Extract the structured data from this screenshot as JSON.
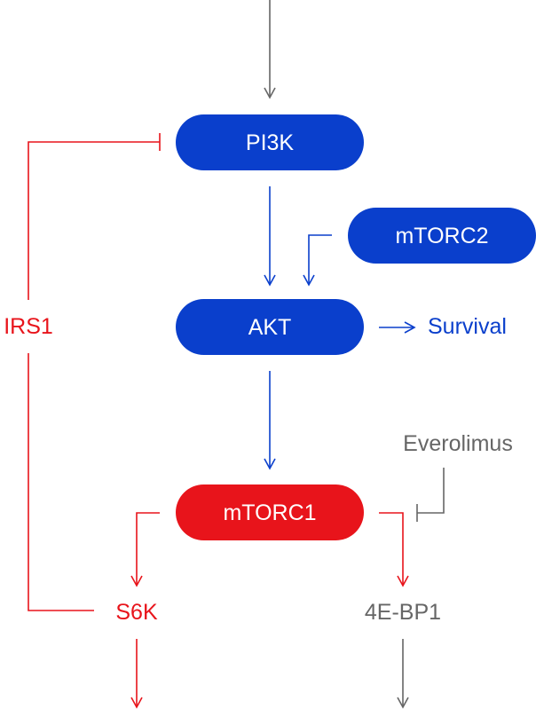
{
  "colors": {
    "blue": "#0a3fcc",
    "red": "#e8141b",
    "gray": "#666666"
  },
  "nodes": {
    "pi3k": "PI3K",
    "mtorc2": "mTORC2",
    "akt": "AKT",
    "mtorc1": "mTORC1"
  },
  "labels": {
    "survival": "Survival",
    "everolimus": "Everolimus",
    "irs1": "IRS1",
    "s6k": "S6K",
    "4ebp1": "4E-BP1"
  }
}
